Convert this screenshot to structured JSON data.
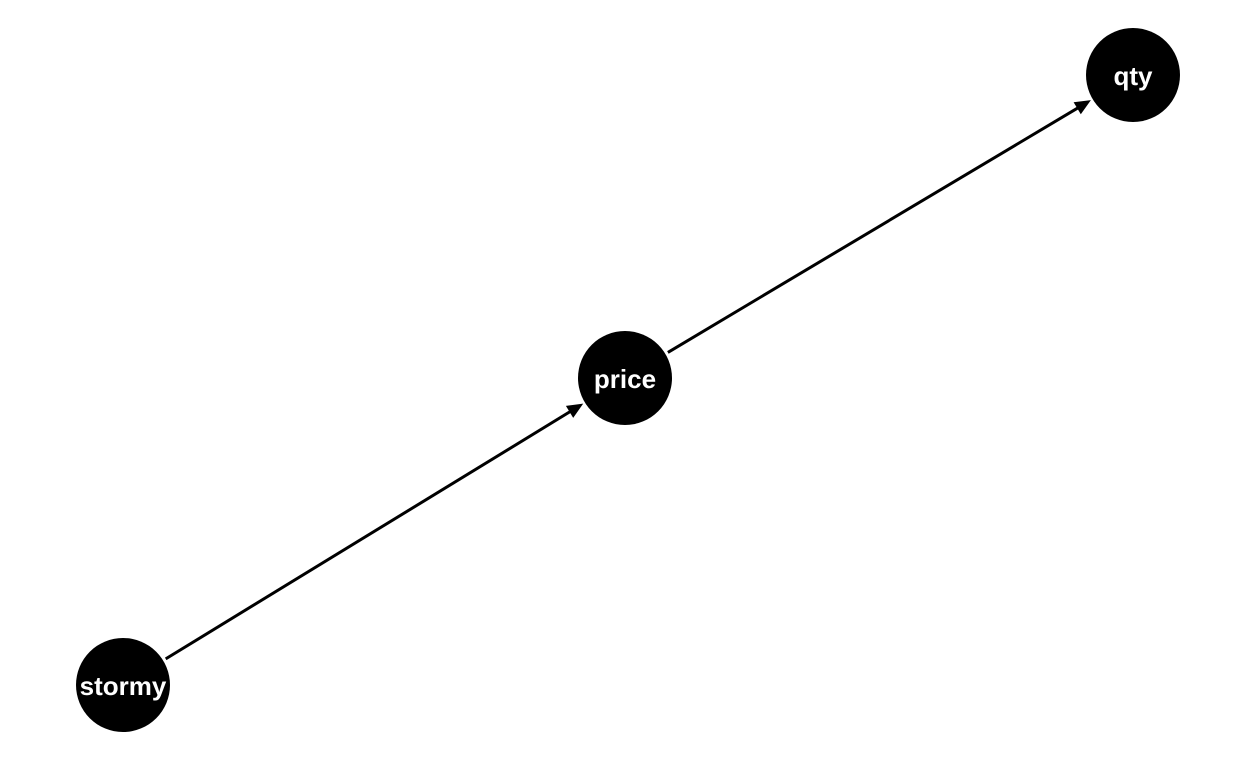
{
  "diagram": {
    "nodes": [
      {
        "id": "stormy",
        "label": "stormy"
      },
      {
        "id": "price",
        "label": "price"
      },
      {
        "id": "qty",
        "label": "qty"
      }
    ],
    "edges": [
      {
        "from": "stormy",
        "to": "price"
      },
      {
        "from": "price",
        "to": "qty"
      }
    ],
    "colors": {
      "node_fill": "#000000",
      "node_text": "#ffffff",
      "edge": "#000000",
      "background": "#ffffff"
    }
  }
}
